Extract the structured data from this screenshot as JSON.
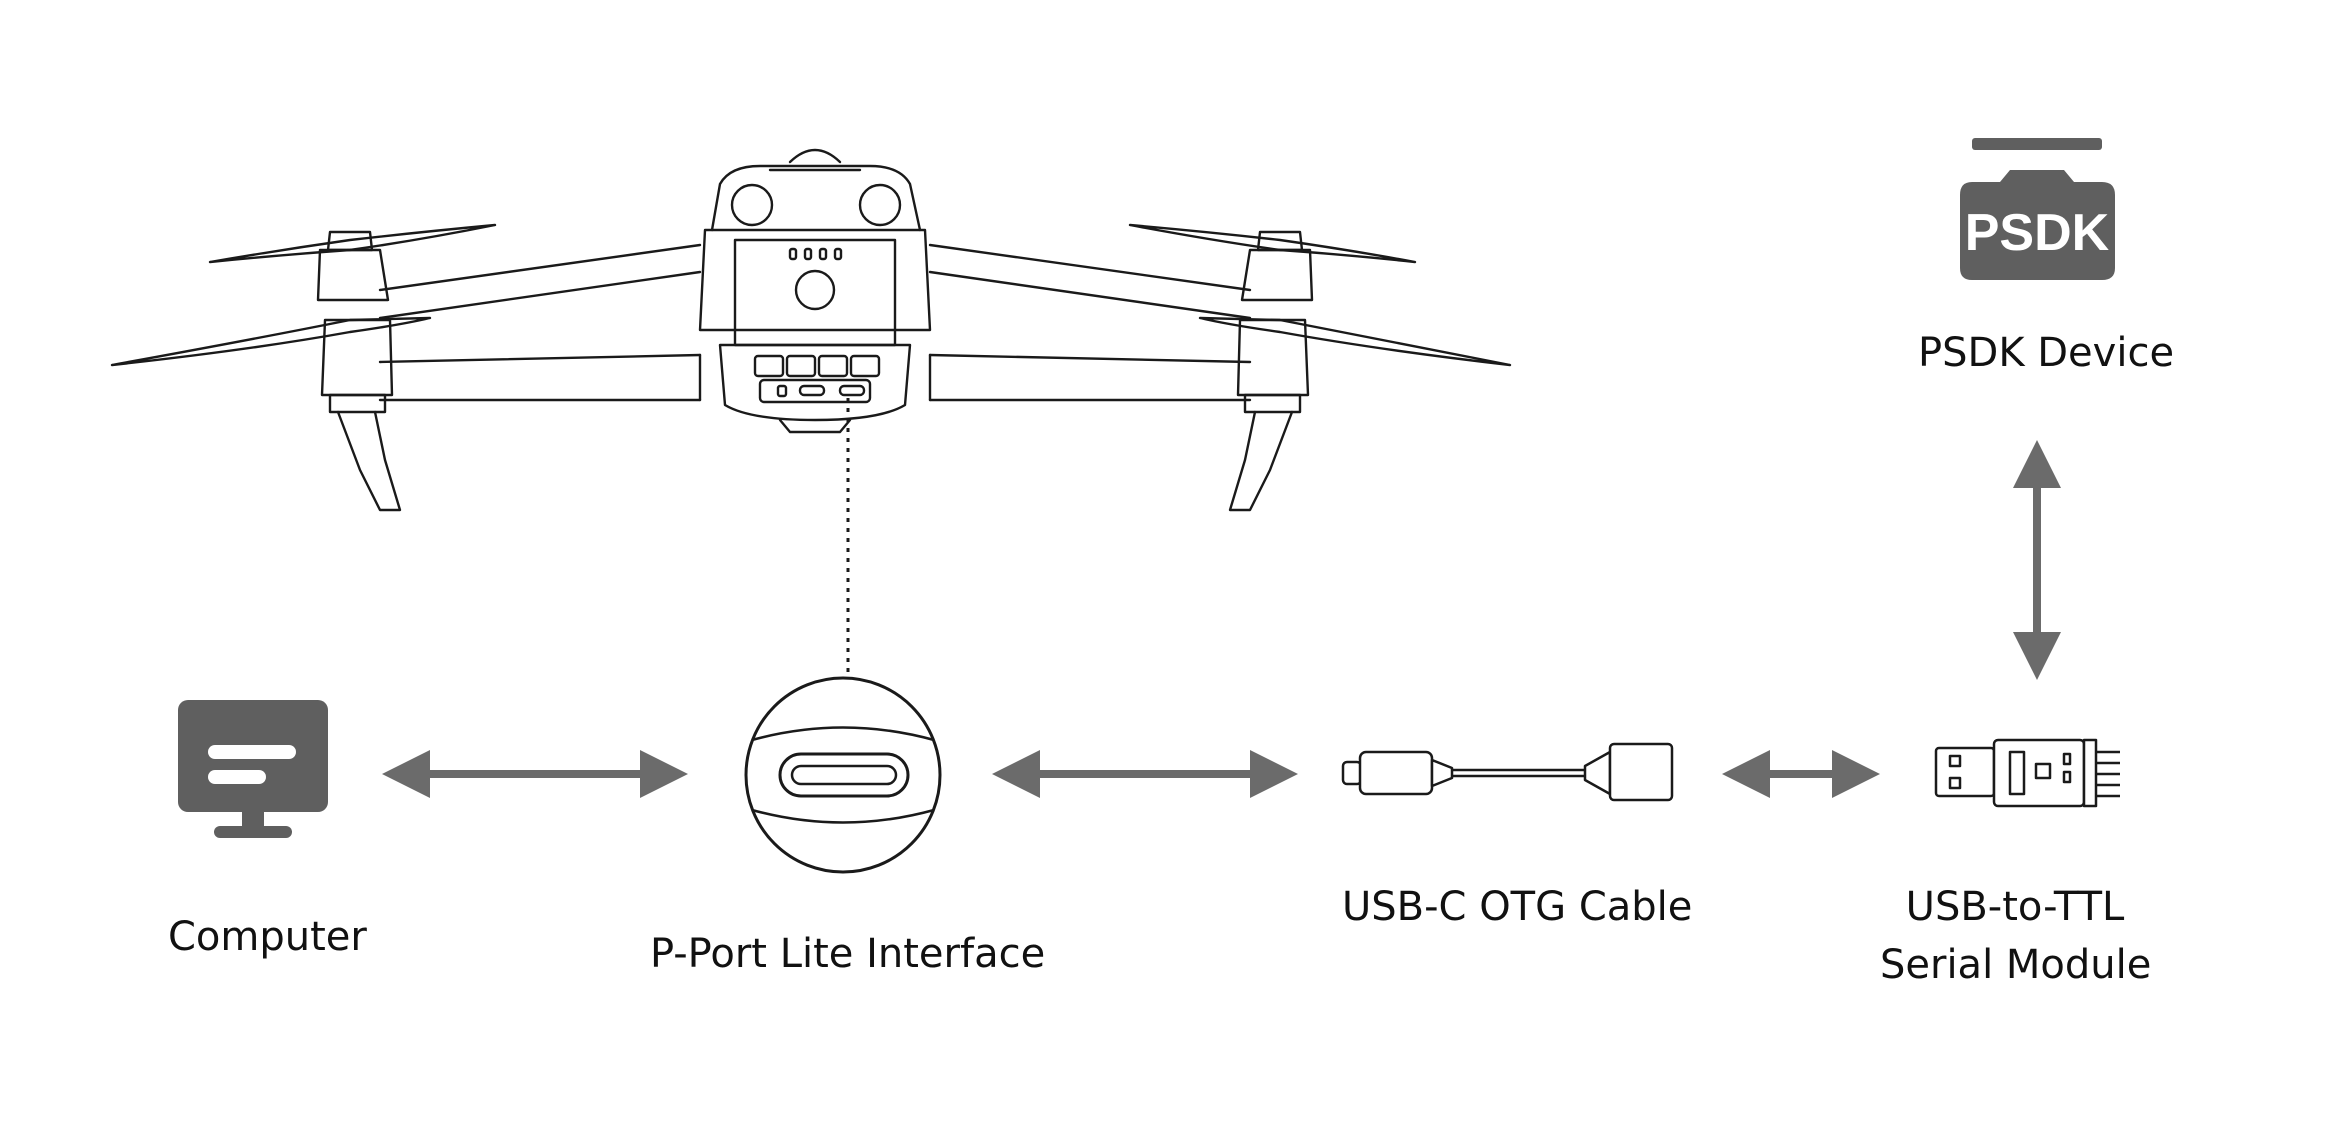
{
  "labels": {
    "computer": "Computer",
    "pport": "P-Port Lite Interface",
    "usbc_cable": "USB-C OTG Cable",
    "usb_ttl_line1": "USB-to-TTL",
    "usb_ttl_line2": "Serial Module",
    "psdk_device": "PSDK Device",
    "psdk_logo_text": "PSDK"
  },
  "icons": {
    "drone": "drone-icon",
    "computer": "monitor-icon",
    "port": "usb-c-port-icon",
    "cable": "usb-c-otg-cable-icon",
    "module": "usb-ttl-module-icon",
    "psdk": "psdk-device-icon"
  },
  "colors": {
    "icon_fill": "#5f5f5f",
    "arrow": "#6b6b6b",
    "line": "#1a1a1a",
    "text": "#111111"
  }
}
